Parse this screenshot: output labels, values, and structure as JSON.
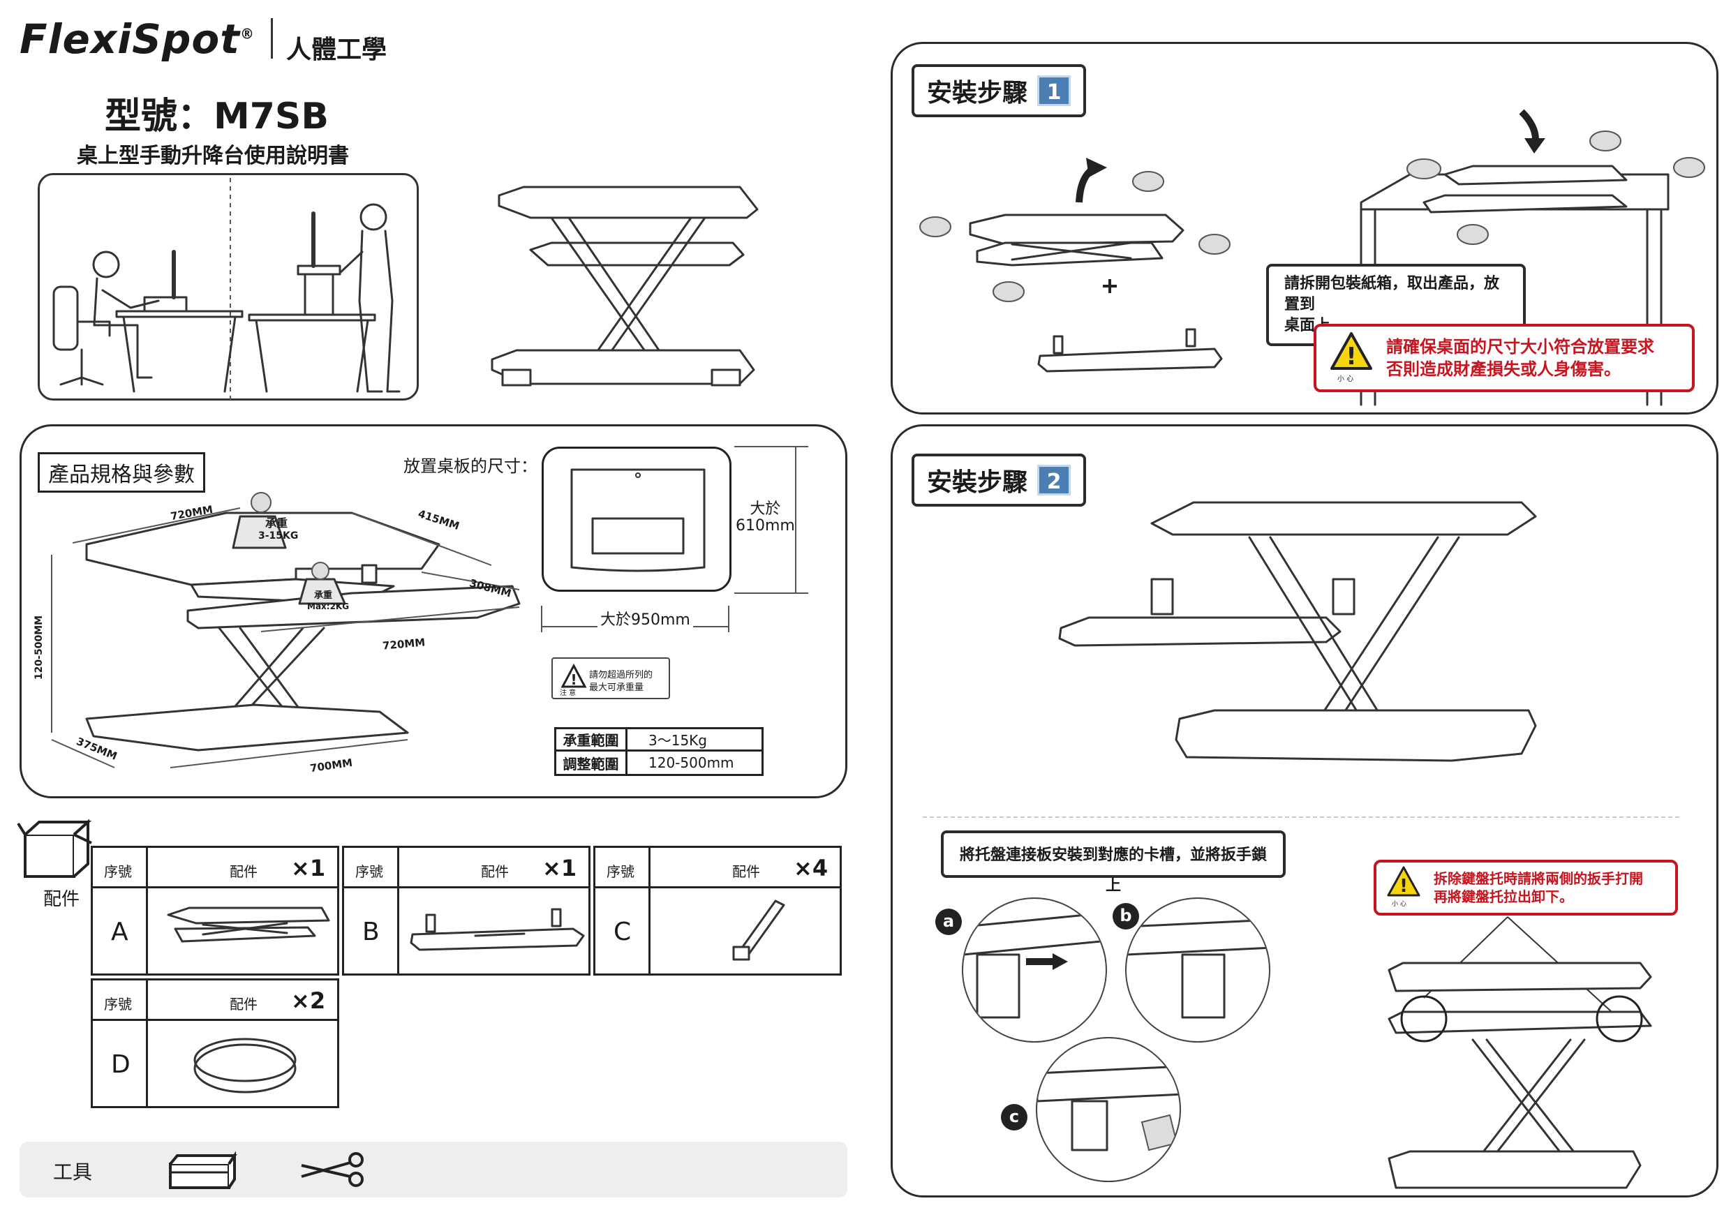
{
  "brand": {
    "logo": "FlexiSpot",
    "reg_mark": "®",
    "tagline": "人體工學"
  },
  "header": {
    "model_line": "型號：M7SB",
    "subtitle": "桌上型手動升降台使用說明書"
  },
  "specs": {
    "section_label": "產品規格與參數",
    "board_size_label": "放置桌板的尺寸：",
    "width_req": "大於950mm",
    "depth_req": "大於\n610mm",
    "load_top_label": "承重",
    "load_top_value": "3-15KG",
    "load_tray_label": "承重",
    "load_tray_value": "Max:2KG",
    "dims": {
      "top_width": "720MM",
      "top_depth": "415MM",
      "tray_depth": "308MM",
      "tray_width": "720MM",
      "height_range": "120-500MM",
      "base_depth": "375MM",
      "base_width": "700MM"
    },
    "caution_line1": "請勿超過所列的",
    "caution_line2": "最大可承重量",
    "caution_tag": "注 意",
    "table": [
      {
        "key": "承重範圍",
        "value": "3～15Kg"
      },
      {
        "key": "調整範圍",
        "value": "120-500mm"
      }
    ]
  },
  "parts": {
    "label": "配件",
    "col_index": "序號",
    "col_part": "配件",
    "items": [
      {
        "letter": "A",
        "qty": "×1"
      },
      {
        "letter": "B",
        "qty": "×1"
      },
      {
        "letter": "C",
        "qty": "×4"
      },
      {
        "letter": "D",
        "qty": "×2"
      }
    ]
  },
  "tools": {
    "label": "工具"
  },
  "step1": {
    "title": "安裝步驟",
    "num": "1",
    "note": "請拆開包裝紙箱，取出產品，放置到\n桌面上。",
    "warn": "請確保桌面的尺寸大小符合放置要求\n否則造成財產損失或人身傷害。",
    "warn_tag": "小 心"
  },
  "step2": {
    "title": "安裝步驟",
    "num": "2",
    "note": "將托盤連接板安裝到對應的卡槽，並將扳手鎖上",
    "warn": "拆除鍵盤托時請將兩側的扳手打開\n再將鍵盤托拉出卸下。",
    "warn_tag": "小 心",
    "callouts": [
      "a",
      "b",
      "c"
    ]
  },
  "colors": {
    "warning_red": "#c8141e",
    "step_blue": "#4b7fb3",
    "tool_bar": "#eeeeee"
  }
}
